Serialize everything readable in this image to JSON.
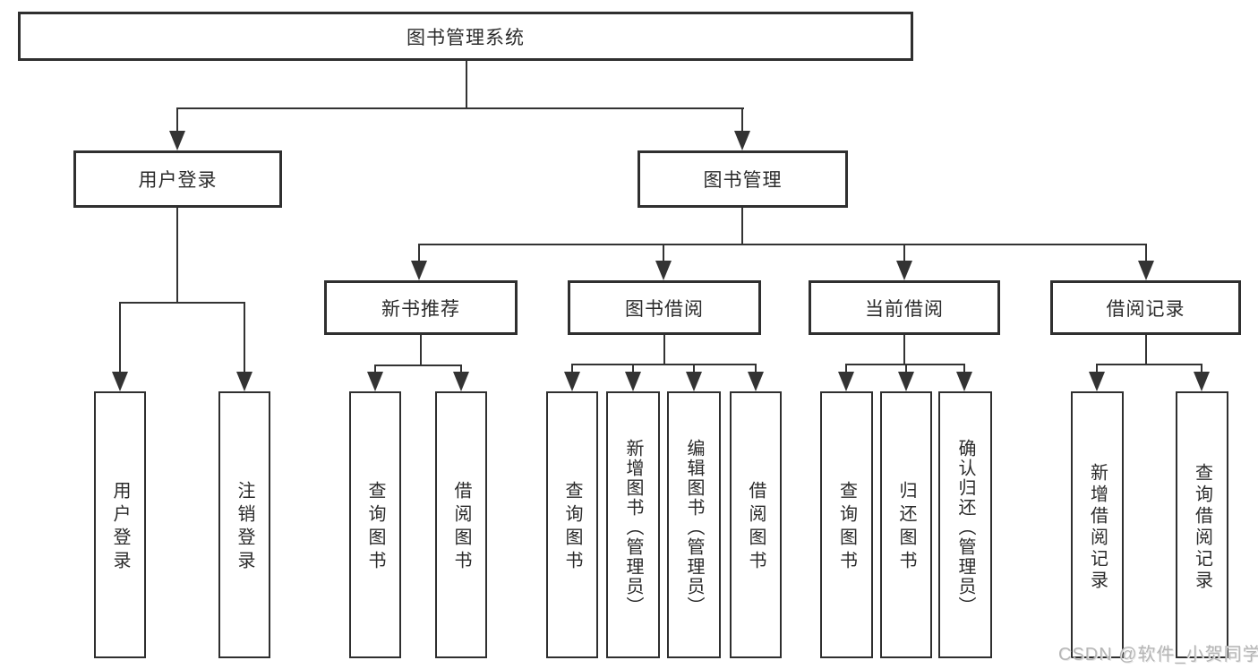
{
  "diagram_title": "图书管理系统",
  "nodes": {
    "root": "图书管理系统",
    "user_login": "用户登录",
    "book_mgmt": "图书管理",
    "new_book_rec": "新书推荐",
    "book_borrow": "图书借阅",
    "current_borrow": "当前借阅",
    "borrow_records": "借阅记录",
    "ul_user_login": "用户登录",
    "ul_logout": "注销登录",
    "nb_query_books": "查询图书",
    "nb_borrow_books": "借阅图书",
    "bb_query_books": "查询图书",
    "bb_add_books": "新增图书（管理员）",
    "bb_edit_books": "编辑图书（管理员）",
    "bb_borrow_books": "借阅图书",
    "cb_query_books": "查询图书",
    "cb_return_books": "归还图书",
    "cb_confirm_return": "确认归还（管理员）",
    "br_add_record": "新增借阅记录",
    "br_query_record": "查询借阅记录"
  },
  "hierarchy": {
    "label": "图书管理系统",
    "children": [
      {
        "label": "用户登录",
        "children": [
          {
            "label": "用户登录"
          },
          {
            "label": "注销登录"
          }
        ]
      },
      {
        "label": "图书管理",
        "children": [
          {
            "label": "新书推荐",
            "children": [
              {
                "label": "查询图书"
              },
              {
                "label": "借阅图书"
              }
            ]
          },
          {
            "label": "图书借阅",
            "children": [
              {
                "label": "查询图书"
              },
              {
                "label": "新增图书（管理员）"
              },
              {
                "label": "编辑图书（管理员）"
              },
              {
                "label": "借阅图书"
              }
            ]
          },
          {
            "label": "当前借阅",
            "children": [
              {
                "label": "查询图书"
              },
              {
                "label": "归还图书"
              },
              {
                "label": "确认归还（管理员）"
              }
            ]
          },
          {
            "label": "借阅记录",
            "children": [
              {
                "label": "新增借阅记录"
              },
              {
                "label": "查询借阅记录"
              }
            ]
          }
        ]
      }
    ]
  },
  "colors": {
    "line": "#333333",
    "box_border": "#2f2f2f",
    "text": "#2b2b2b",
    "watermark": "#b6b6b6"
  },
  "watermark": {
    "text": "CSDN @软件_小贺同学"
  }
}
